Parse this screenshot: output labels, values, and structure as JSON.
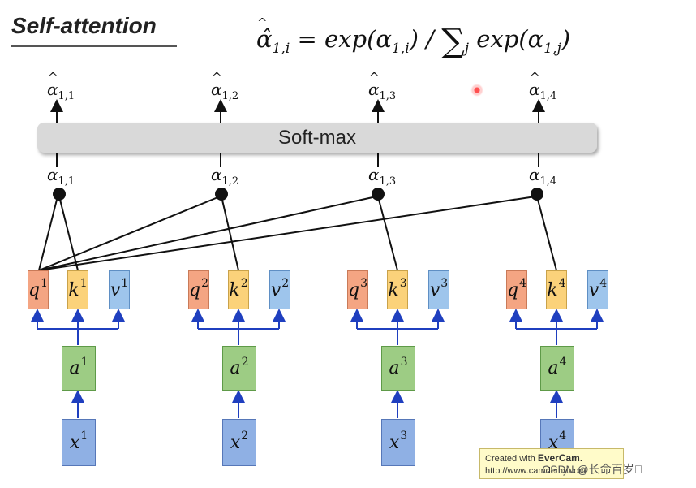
{
  "title": "Self-attention",
  "formula": {
    "lhs": "α̂",
    "lhs_sub": "1,i",
    "eq": "= exp(α",
    "mid_sub": "1,i",
    "mid_close": ") /",
    "sum_sym": "∑",
    "sum_sub": "j",
    "rhs": "exp(α",
    "rhs_sub": "1,j",
    "rhs_close": ")"
  },
  "softmax_label": "Soft-max",
  "outputs": [
    {
      "sym": "α",
      "sub": "1,1"
    },
    {
      "sym": "α",
      "sub": "1,2"
    },
    {
      "sym": "α",
      "sub": "1,3"
    },
    {
      "sym": "α",
      "sub": "1,4"
    }
  ],
  "scores": [
    {
      "sym": "α",
      "sub": "1,1"
    },
    {
      "sym": "α",
      "sub": "1,2"
    },
    {
      "sym": "α",
      "sub": "1,3"
    },
    {
      "sym": "α",
      "sub": "1,4"
    }
  ],
  "columns": [
    {
      "q": "q",
      "k": "k",
      "v": "v",
      "a": "a",
      "x": "x",
      "n": "1"
    },
    {
      "q": "q",
      "k": "k",
      "v": "v",
      "a": "a",
      "x": "x",
      "n": "2"
    },
    {
      "q": "q",
      "k": "k",
      "v": "v",
      "a": "a",
      "x": "x",
      "n": "3"
    },
    {
      "q": "q",
      "k": "k",
      "v": "v",
      "a": "a",
      "x": "x",
      "n": "4"
    }
  ],
  "watermark": {
    "line1_prefix": "Created with ",
    "line1_brand": "EverCam.",
    "line2": "http://www.camdemy.com",
    "csdn": "CSDN @长命百岁\u0000"
  },
  "colors": {
    "query": "#f4a583",
    "key": "#fbd27a",
    "value": "#9ec5ec",
    "input_a": "#9dcc84",
    "input_x": "#8fb0e4",
    "connector_blue": "#1f3fbf",
    "softmax_bar": "#d9d9d9"
  }
}
